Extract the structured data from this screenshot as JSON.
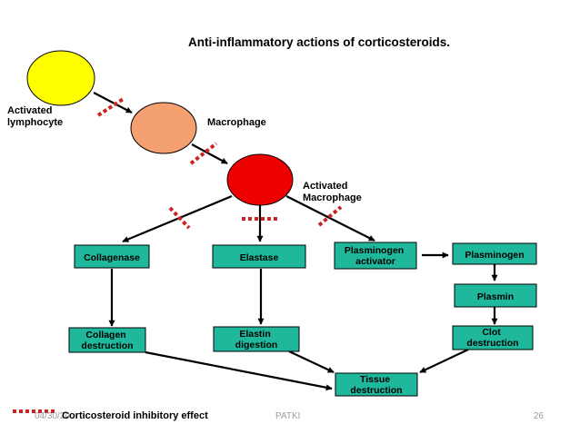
{
  "title": "Anti-inflammatory actions of corticosteroids.",
  "cells": {
    "activated_lymphocyte": [
      "Activated",
      "lymphocyte"
    ],
    "macrophage": "Macrophage",
    "activated_macrophage": [
      "Activated",
      "Macrophage"
    ]
  },
  "boxes": {
    "collagenase": [
      "Collagenase"
    ],
    "elastase": [
      "Elastase"
    ],
    "plasminogen_activator": [
      "Plasminogen",
      "activator"
    ],
    "plasminogen": [
      "Plasminogen"
    ],
    "plasmin": [
      "Plasmin"
    ],
    "collagen_destruction": [
      "Collagen",
      "destruction"
    ],
    "elastin_digestion": [
      "Elastin",
      "digestion"
    ],
    "clot_destruction": [
      "Clot",
      "destruction"
    ],
    "tissue_destruction": [
      "Tissue",
      "destruction"
    ]
  },
  "legend": {
    "label": "Corticosteroid inhibitory effect"
  },
  "footer": {
    "date": "04/30/20",
    "author": "PATKI",
    "page": "26"
  },
  "colors": {
    "lymphocyte": "#ffff00",
    "macrophage": "#f4a070",
    "activated_macrophage": "#ee0000",
    "box_fill": "#1fb89c",
    "inhibition": "#cc2222",
    "arrow": "#000000"
  }
}
